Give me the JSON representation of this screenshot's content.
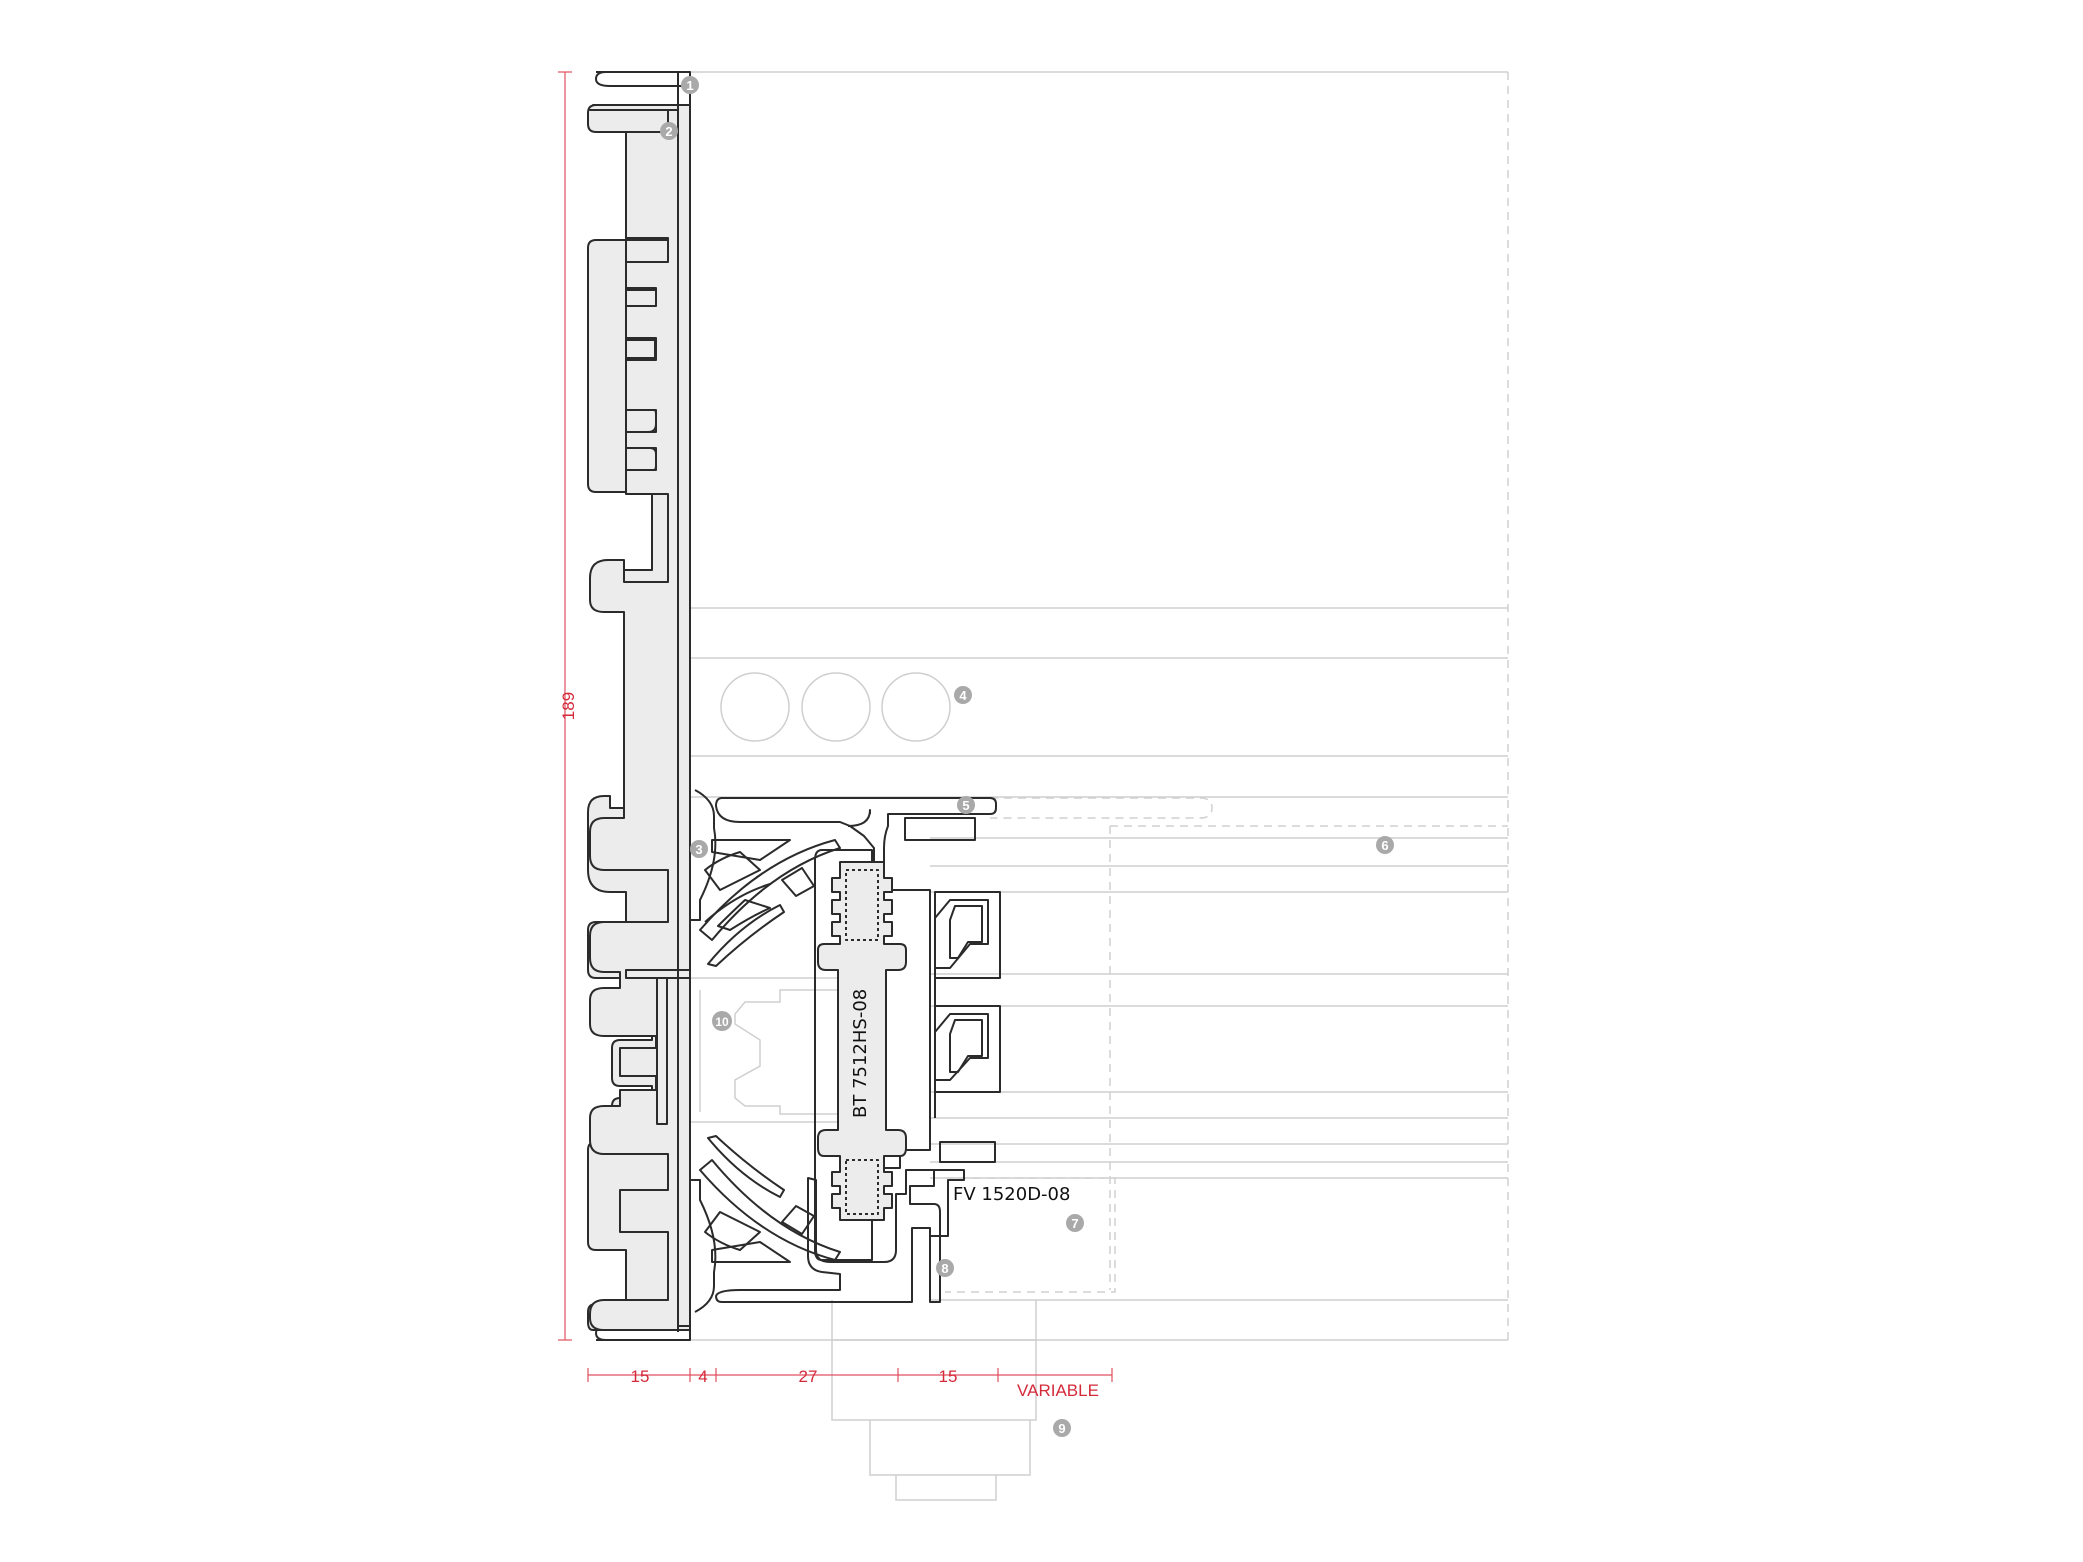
{
  "labels": {
    "profile_main": "BT 7512HS-08",
    "profile_bead": "FV 1520D-08"
  },
  "dimensions": {
    "height": "189",
    "widths": [
      "15",
      "4",
      "27",
      "15",
      "VARIABLE"
    ]
  },
  "callouts": [
    "1",
    "2",
    "3",
    "4",
    "5",
    "6",
    "7",
    "8",
    "9",
    "10"
  ],
  "colors": {
    "outline": "#2b2b2b",
    "fill": "#ececec",
    "dimension": "#d42a3a",
    "callout": "#a9a9a9",
    "context_line": "#cfcfcf"
  }
}
